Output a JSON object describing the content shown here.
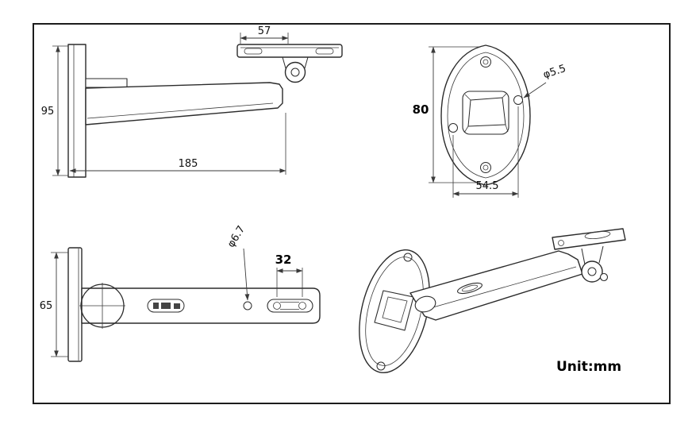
{
  "drawing": {
    "unit_label": "Unit:mm",
    "dimensions": {
      "side_view": {
        "platform_width": "57",
        "plate_height": "95",
        "arm_length": "185"
      },
      "base_view": {
        "plate_height": "80",
        "hole_diameter": "φ5.5",
        "hole_spacing": "54.5"
      },
      "top_view": {
        "plate_height": "65",
        "hole_diameter": "φ6.7",
        "slot_spacing": "32"
      }
    }
  }
}
